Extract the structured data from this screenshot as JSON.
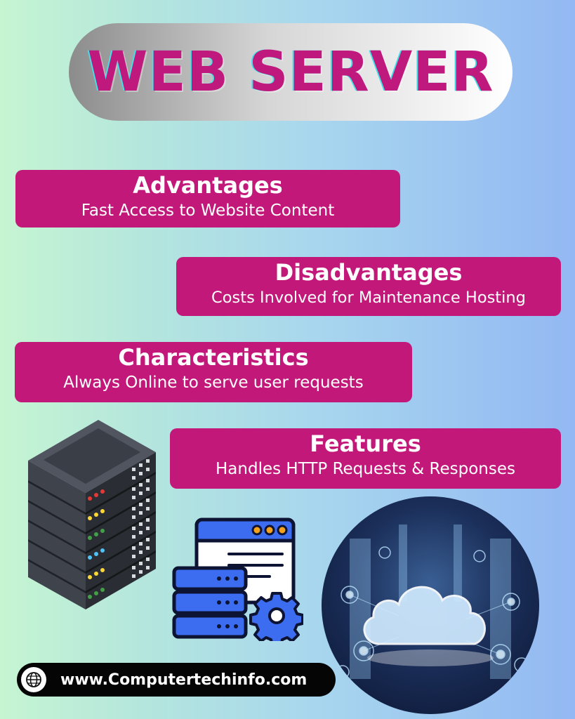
{
  "title": "WEB SERVER",
  "cards": {
    "advantages": {
      "heading": "Advantages",
      "text": "Fast Access to Website Content"
    },
    "disadvantages": {
      "heading": "Disadvantages",
      "text": "Costs Involved for Maintenance Hosting"
    },
    "characteristics": {
      "heading": "Characteristics",
      "text": "Always Online to serve user requests"
    },
    "features": {
      "heading": "Features",
      "text": "Handles HTTP Requests & Responses"
    }
  },
  "footer": {
    "website": "www.Computertechinfo.com"
  },
  "colors": {
    "accent": "#c2187a",
    "title_text": "#c0197e",
    "title_shadow": "#42e0ea",
    "footer_bg": "#050505"
  },
  "icons": [
    "server-rack-icon",
    "web-server-gear-icon",
    "cloud-data-center-image",
    "globe-icon"
  ]
}
